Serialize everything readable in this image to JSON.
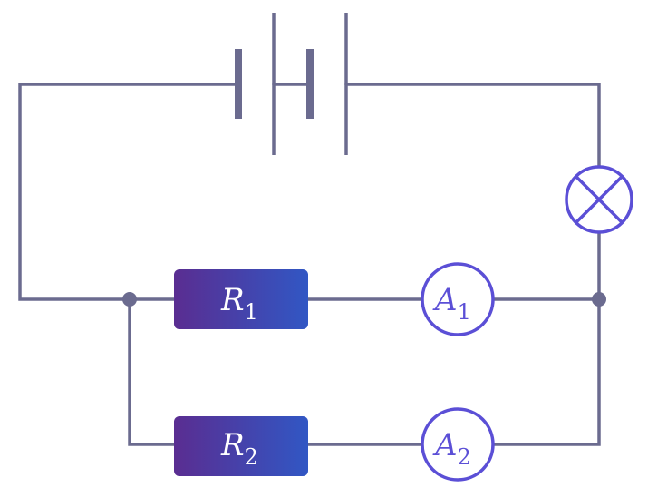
{
  "resistors": [
    {
      "id": "R1",
      "letter": "R",
      "sub": "1"
    },
    {
      "id": "R2",
      "letter": "R",
      "sub": "2"
    }
  ],
  "ammeters": [
    {
      "id": "A1",
      "letter": "A",
      "sub": "1"
    },
    {
      "id": "A2",
      "letter": "A",
      "sub": "2"
    }
  ],
  "colors": {
    "wire": "#6b6b8f",
    "meter": "#5b4fd6",
    "resistor_gradient_start": "#5a2d91",
    "resistor_gradient_end": "#3157c4",
    "label_on_resistor": "#ffffff"
  },
  "components": {
    "battery": "two-cell-battery-symbol",
    "lamp": "lamp-cross-icon",
    "junctions": 2
  }
}
